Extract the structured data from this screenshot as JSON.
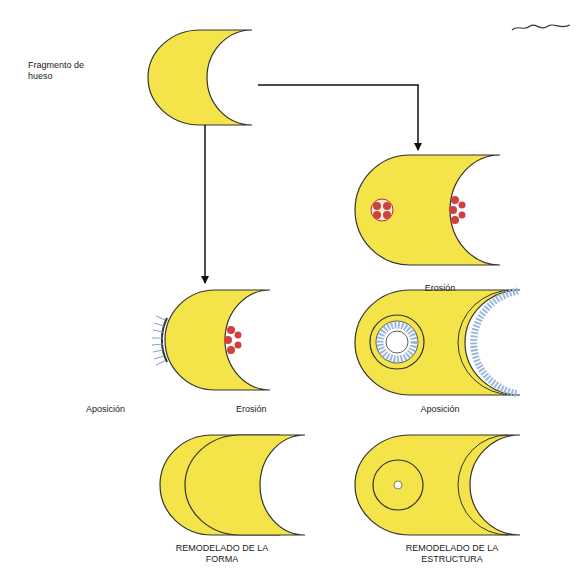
{
  "diagram": {
    "labels": [
      "Fragmento de hueso",
      "Erosión",
      "Aposición",
      "Erosión",
      "Aposición",
      "REMODELADO DE LA FORMA",
      "REMODELADO DE LA ESTRUCTURA"
    ]
  }
}
